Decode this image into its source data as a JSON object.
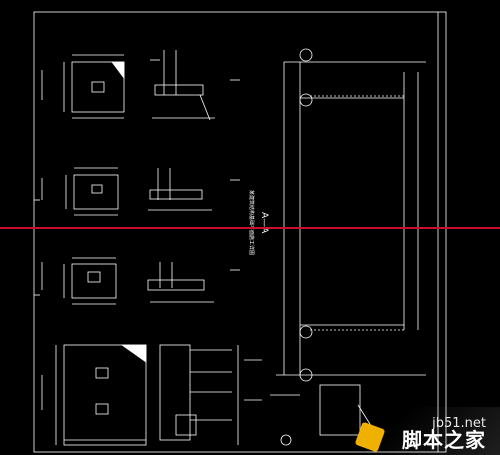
{
  "drawing": {
    "section_label": "A—A",
    "vertical_title": "某建筑结构基础平面施工详图",
    "colors": {
      "background": "#000000",
      "linework": "#ffffff",
      "crosshair": "#c8102e",
      "watermark_mark": "#f0b000"
    }
  },
  "watermark": {
    "site": "jb51.net",
    "name": "脚本之家"
  }
}
